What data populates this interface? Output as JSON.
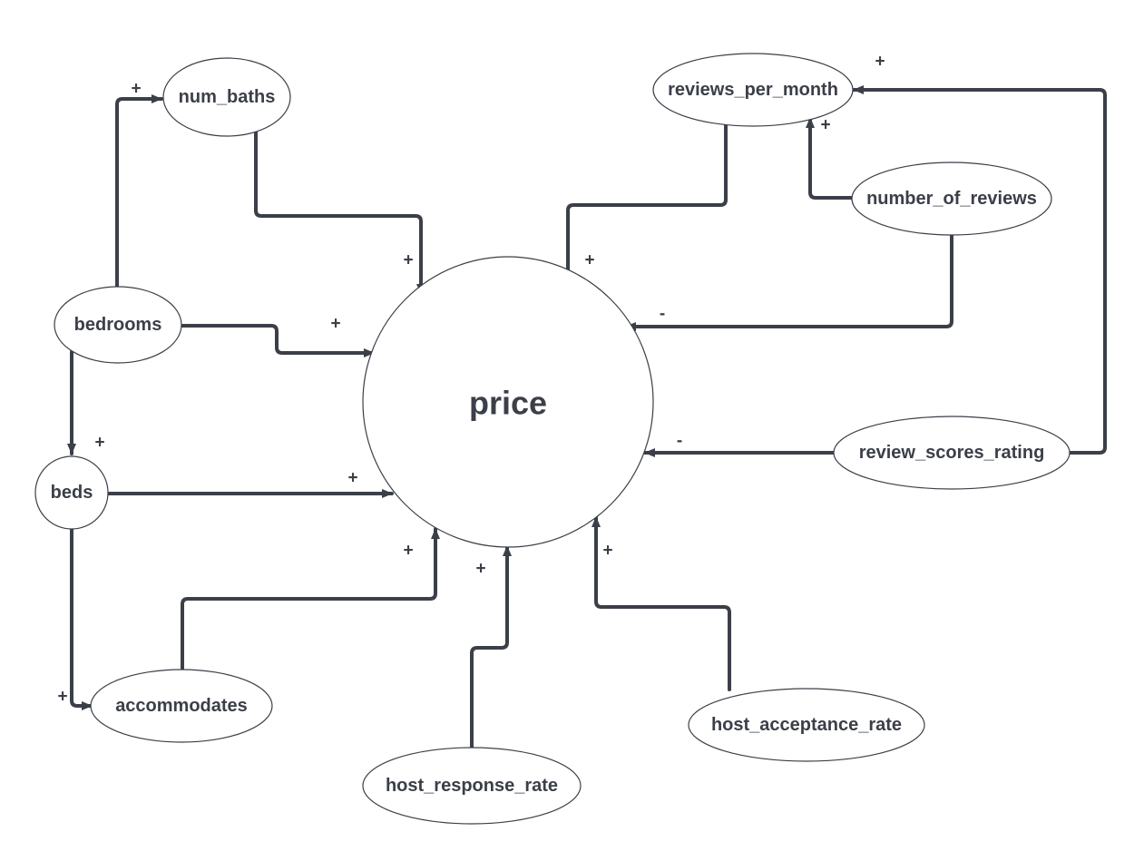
{
  "colors": {
    "line": "#3b3f48",
    "fill": "#ffffff"
  },
  "nodes": {
    "price": "price",
    "num_baths": "num_baths",
    "bedrooms": "bedrooms",
    "beds": "beds",
    "accommodates": "accommodates",
    "host_response_rate": "host_response_rate",
    "host_acceptance_rate": "host_acceptance_rate",
    "review_scores_rating": "review_scores_rating",
    "number_of_reviews": "number_of_reviews",
    "reviews_per_month": "reviews_per_month"
  },
  "edges": [
    {
      "from": "num_baths",
      "to": "price",
      "sign": "+"
    },
    {
      "from": "bedrooms",
      "to": "num_baths",
      "sign": "+"
    },
    {
      "from": "bedrooms",
      "to": "price",
      "sign": "+"
    },
    {
      "from": "bedrooms",
      "to": "beds",
      "sign": "+"
    },
    {
      "from": "beds",
      "to": "price",
      "sign": "+"
    },
    {
      "from": "beds",
      "to": "accommodates",
      "sign": "+"
    },
    {
      "from": "accommodates",
      "to": "price",
      "sign": "+"
    },
    {
      "from": "host_response_rate",
      "to": "price",
      "sign": "+"
    },
    {
      "from": "host_acceptance_rate",
      "to": "price",
      "sign": "+"
    },
    {
      "from": "review_scores_rating",
      "to": "price",
      "sign": "-"
    },
    {
      "from": "review_scores_rating",
      "to": "reviews_per_month",
      "sign": "+"
    },
    {
      "from": "number_of_reviews",
      "to": "price",
      "sign": "-"
    },
    {
      "from": "number_of_reviews",
      "to": "reviews_per_month",
      "sign": "+"
    },
    {
      "from": "reviews_per_month",
      "to": "price",
      "sign": "+"
    }
  ]
}
